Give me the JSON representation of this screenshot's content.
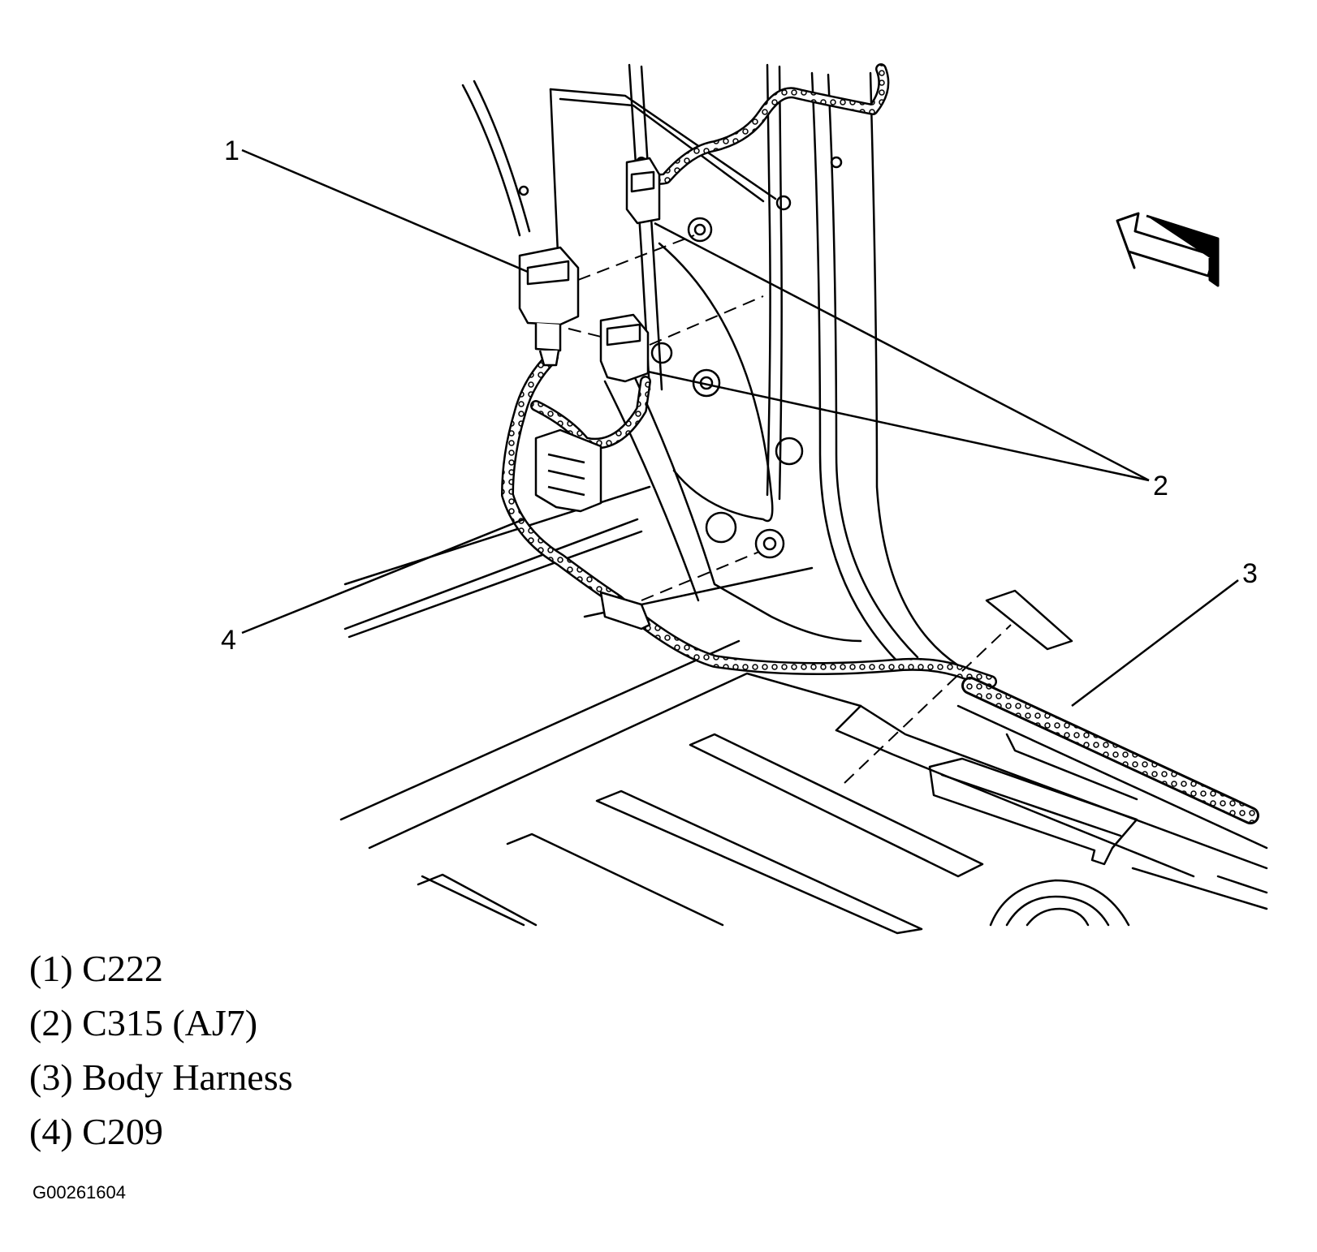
{
  "callouts": [
    {
      "num": "1"
    },
    {
      "num": "2"
    },
    {
      "num": "3"
    },
    {
      "num": "4"
    }
  ],
  "legend": [
    {
      "text": "(1) C222"
    },
    {
      "text": "(2) C315 (AJ7)"
    },
    {
      "text": "(3) Body Harness"
    },
    {
      "text": "(4) C209"
    }
  ],
  "figure_id": "G00261604",
  "icons": {
    "direction_arrow": "arrow-forward-icon"
  }
}
